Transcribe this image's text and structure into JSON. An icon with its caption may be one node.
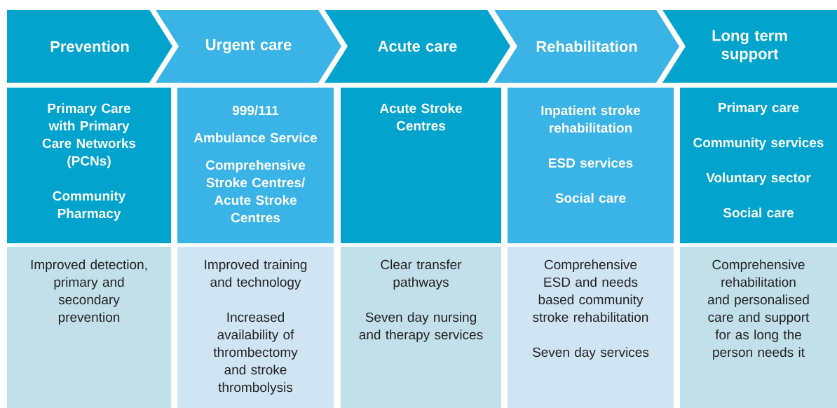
{
  "diagram": {
    "nodes": [
      {
        "text": [
          "Prevention"
        ]
      },
      {
        "text": [
          "Urgent care"
        ]
      },
      {
        "text": [
          "Acute care"
        ]
      },
      {
        "text": [
          "Rehabilitation"
        ]
      },
      {
        "text": [
          "Long term support"
        ]
      },
      {
        "text": [
          "Primary Care with Primary Care Networks (PCNs)",
          "Community Pharmacy"
        ]
      },
      {
        "text": [
          "999/111",
          "Ambulance Service",
          "Comprehensive Stroke Centres/ Acute Stroke Centres"
        ]
      },
      {
        "text": [
          "Acute Stroke Centres"
        ]
      },
      {
        "text": [
          "Inpatient stroke rehabilitation",
          "ESD services",
          "Social care"
        ]
      },
      {
        "text": [
          "Primary care",
          "Community services",
          "Voluntary sector",
          "Social care"
        ]
      },
      {
        "text": [
          "Improved detection, primary and secondary prevention"
        ]
      },
      {
        "text": [
          "Improved training and technology",
          "Increased availability of thrombectomy and stroke thrombolysis"
        ]
      },
      {
        "text": [
          "Clear transfer pathways",
          "Seven day nursing and therapy services"
        ]
      },
      {
        "text": [
          "Comprehensive ESD and needs based community stroke rehabilitation",
          "Seven day services"
        ]
      },
      {
        "text": [
          "Comprehensive rehabilitation and personalised care and support for as long the person needs it"
        ]
      }
    ]
  }
}
